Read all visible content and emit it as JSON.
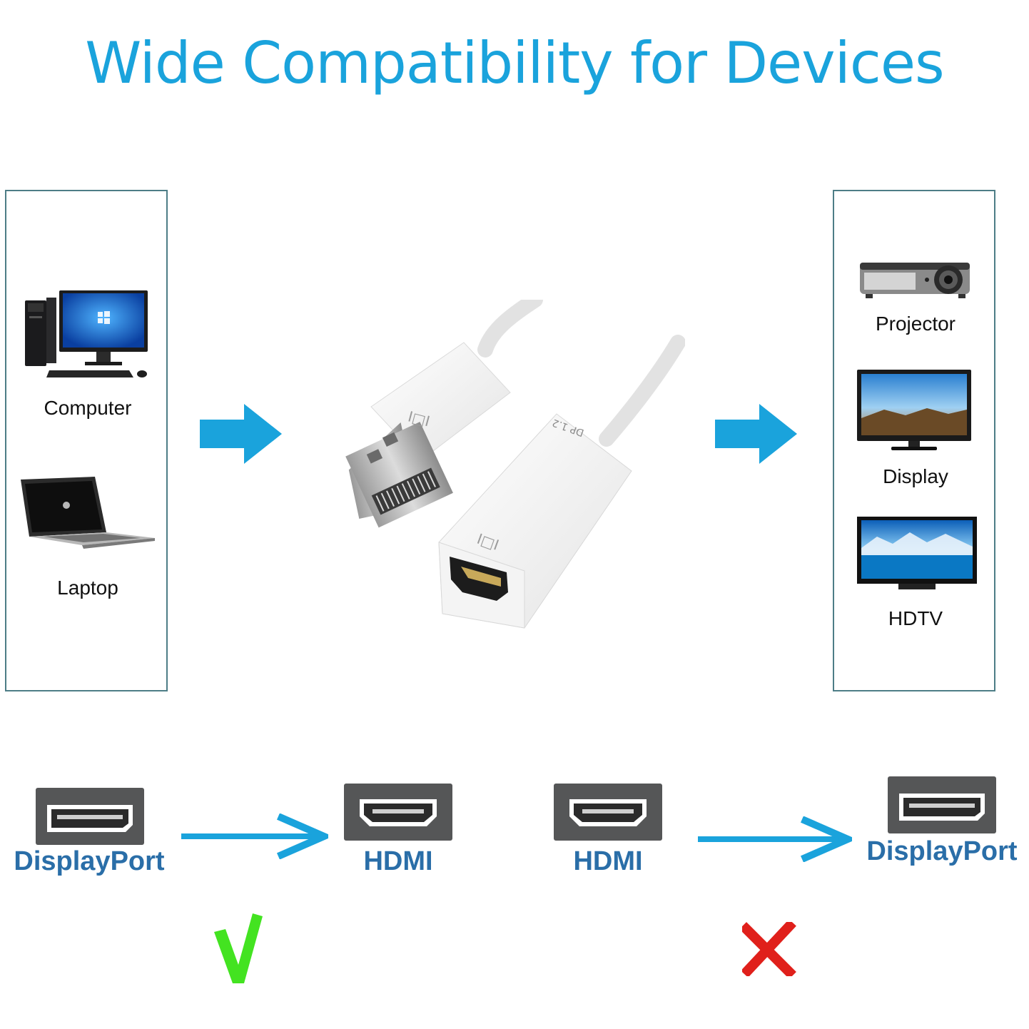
{
  "title": "Wide Compatibility for Devices",
  "sources": [
    {
      "label": "Computer",
      "icon": "desktop-computer-icon"
    },
    {
      "label": "Laptop",
      "icon": "laptop-icon"
    }
  ],
  "outputs": [
    {
      "label": "Projector",
      "icon": "projector-icon"
    },
    {
      "label": "Display",
      "icon": "monitor-icon"
    },
    {
      "label": "HDTV",
      "icon": "hdtv-icon"
    }
  ],
  "adapter": {
    "icon": "displayport-to-hdmi-adapter-icon",
    "plug_text": "DP 1.2"
  },
  "directions": [
    {
      "from": "DisplayPort",
      "to": "HDMI",
      "supported": true,
      "mark": "√"
    },
    {
      "from": "HDMI",
      "to": "DisplayPort",
      "supported": false,
      "mark": "✕"
    }
  ],
  "colors": {
    "title": "#1aa3dc",
    "arrow": "#1aa3dc",
    "port_label": "#2a6ea8",
    "check": "#43e321",
    "cross": "#e0201b",
    "panel_border": "#4d7d86"
  }
}
